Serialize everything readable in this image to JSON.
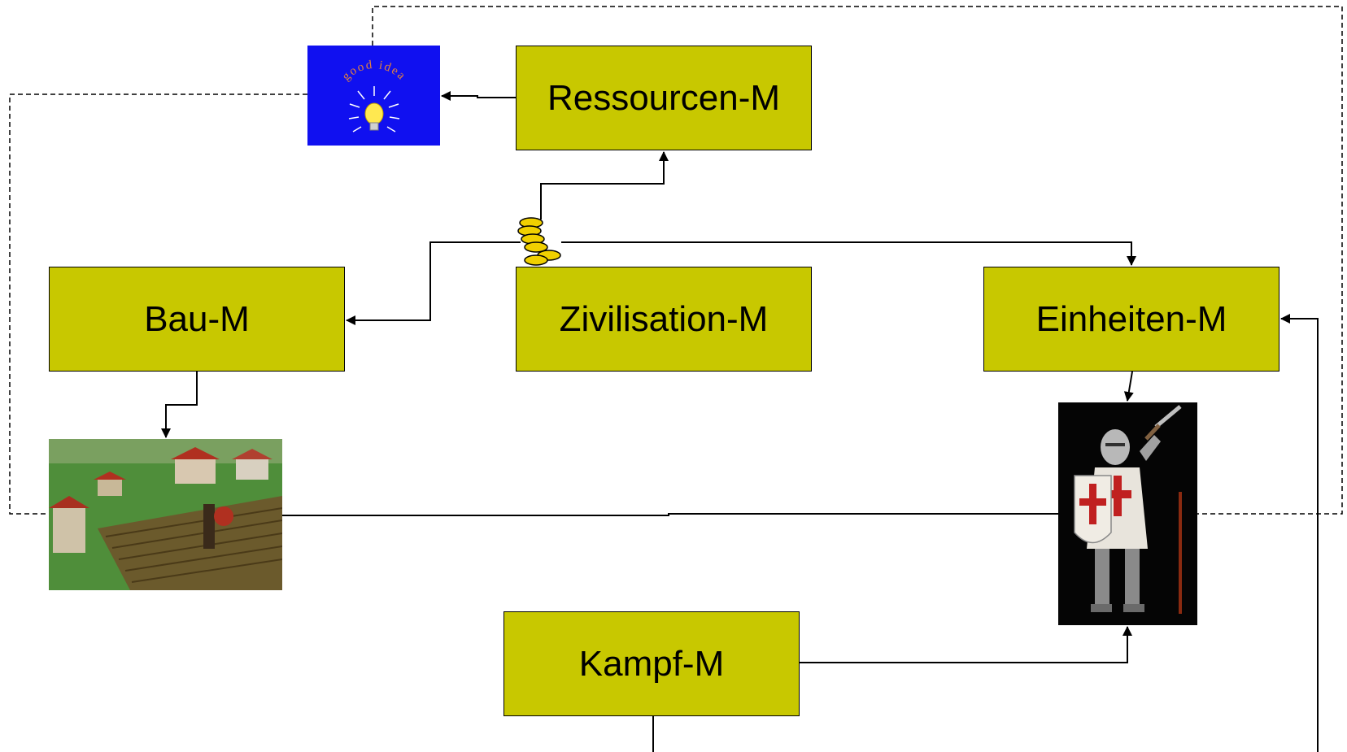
{
  "modules": {
    "ressourcen": "Ressourcen-M",
    "bau": "Bau-M",
    "zivilisation": "Zivilisation-M",
    "einheiten": "Einheiten-M",
    "kampf": "Kampf-M"
  },
  "idea_image": {
    "text": "good idea",
    "icon": "lightbulb-icon"
  },
  "images": {
    "coins": "coins-icon",
    "village": "village-screenshot",
    "knight": "crusader-knight-picture"
  },
  "colors": {
    "module_fill": "#c8c800",
    "idea_background": "#1010f0",
    "line": "#000000"
  }
}
